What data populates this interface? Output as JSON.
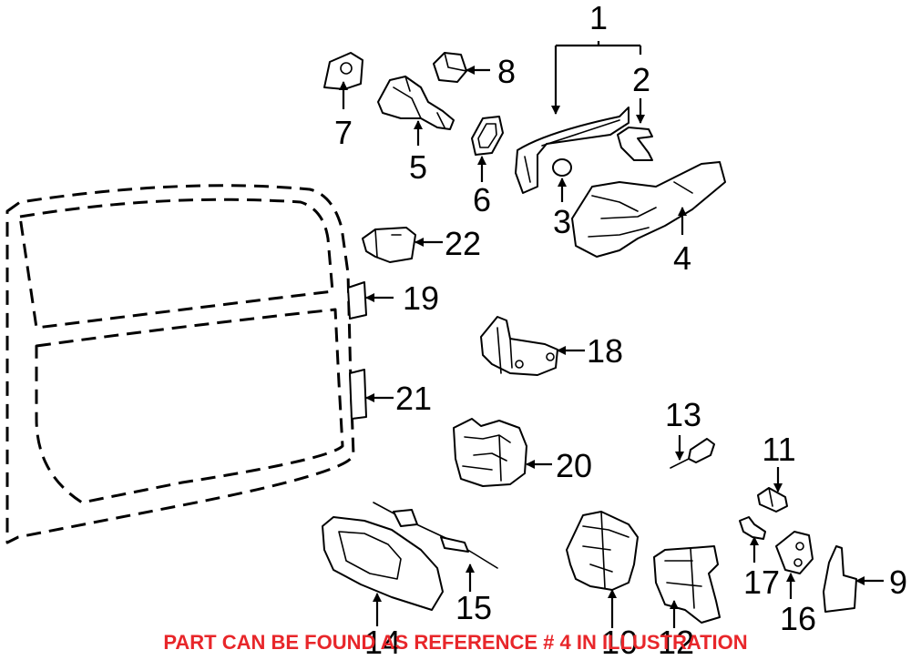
{
  "callouts": {
    "c1": "1",
    "c2": "2",
    "c3": "3",
    "c4": "4",
    "c5": "5",
    "c6": "6",
    "c7": "7",
    "c8": "8",
    "c9": "9",
    "c10": "10",
    "c11": "11",
    "c12": "12",
    "c13": "13",
    "c14": "14",
    "c15": "15",
    "c16": "16",
    "c17": "17",
    "c18": "18",
    "c19": "19",
    "c20": "20",
    "c21": "21",
    "c22": "22"
  },
  "notice": {
    "text": "PART CAN BE FOUND AS REFERENCE # 4 IN ILLUSTRATION",
    "color": "#e8262a"
  }
}
